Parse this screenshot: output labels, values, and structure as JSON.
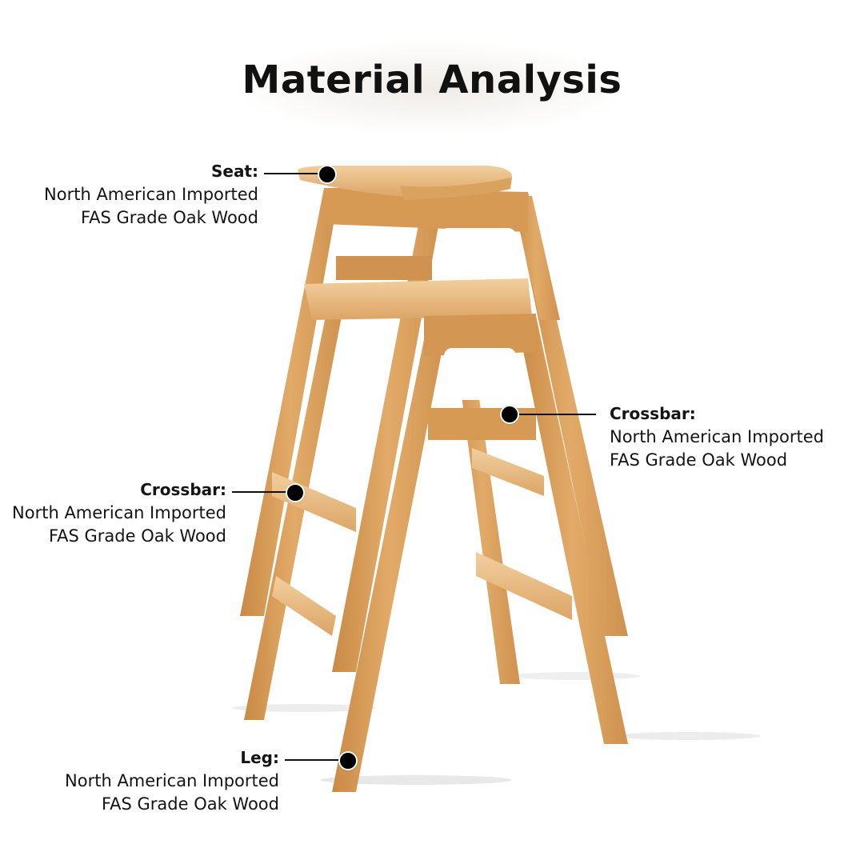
{
  "title": "Material Analysis",
  "colors": {
    "wood_light": "#e8b87a",
    "wood_mid": "#d9a061",
    "wood_dark": "#c4843f",
    "text": "#141414",
    "background": "#ffffff"
  },
  "callouts": [
    {
      "part": "Seat:",
      "line1": "North American Imported",
      "line2": "FAS Grade Oak Wood"
    },
    {
      "part": "Crossbar:",
      "line1": "North American Imported",
      "line2": "FAS Grade Oak Wood"
    },
    {
      "part": "Crossbar:",
      "line1": "North American Imported",
      "line2": "FAS Grade Oak Wood"
    },
    {
      "part": "Leg:",
      "line1": "North American Imported",
      "line2": "FAS Grade Oak Wood"
    }
  ]
}
